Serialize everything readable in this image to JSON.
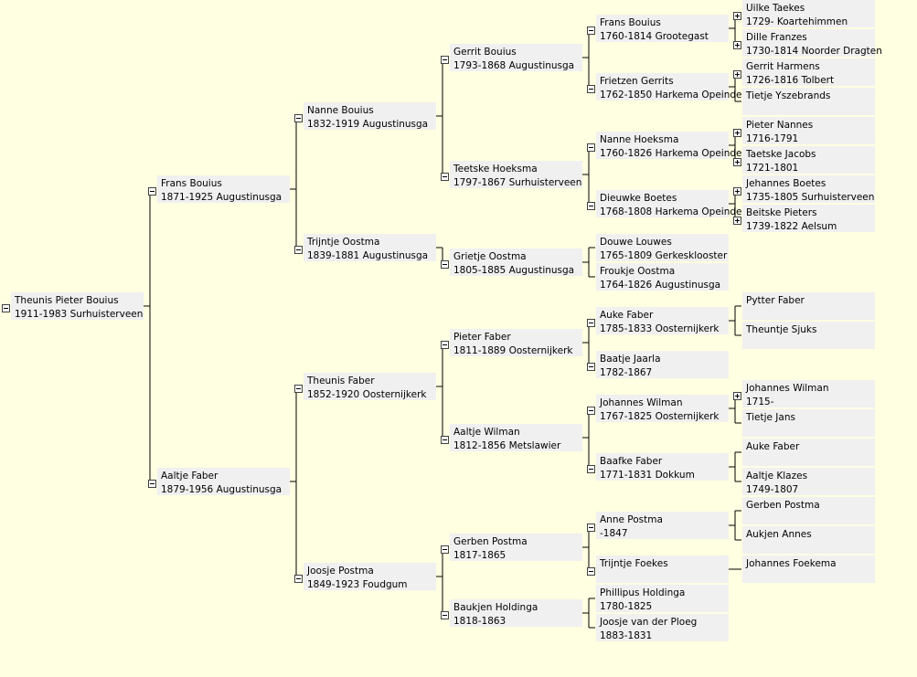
{
  "colors": {
    "background": "#ffffe1",
    "box": "#f0f0f0",
    "line": "#000000"
  },
  "icons": {
    "collapse": "minus-box-icon",
    "expand": "plus-box-icon"
  },
  "people": [
    {
      "id": "p1",
      "name": "Theunis Pieter Bouius",
      "dates": "1911-1983 Surhuisterveen",
      "toggle": "minus"
    },
    {
      "id": "p2",
      "name": "Frans Bouius",
      "dates": "1871-1925 Augustinusga",
      "toggle": "minus"
    },
    {
      "id": "p3",
      "name": "Aaltje Faber",
      "dates": "1879-1956 Augustinusga",
      "toggle": "minus"
    },
    {
      "id": "p4",
      "name": "Nanne Bouius",
      "dates": "1832-1919 Augustinusga",
      "toggle": "minus"
    },
    {
      "id": "p5",
      "name": "Trijntje Oostma",
      "dates": "1839-1881 Augustinusga",
      "toggle": "minus"
    },
    {
      "id": "p6",
      "name": "Theunis Faber",
      "dates": "1852-1920 Oosternijkerk",
      "toggle": "minus"
    },
    {
      "id": "p7",
      "name": "Joosje Postma",
      "dates": "1849-1923 Foudgum",
      "toggle": "minus"
    },
    {
      "id": "p8",
      "name": "Gerrit Bouius",
      "dates": "1793-1868 Augustinusga",
      "toggle": "minus"
    },
    {
      "id": "p9",
      "name": "Teetske Hoeksma",
      "dates": "1797-1867 Surhuisterveen",
      "toggle": "minus"
    },
    {
      "id": "p11",
      "name": "Grietje Oostma",
      "dates": "1805-1885 Augustinusga",
      "toggle": "minus"
    },
    {
      "id": "p12",
      "name": "Pieter Faber",
      "dates": "1811-1889 Oosternijkerk",
      "toggle": "minus"
    },
    {
      "id": "p13",
      "name": "Aaltje Wilman",
      "dates": "1812-1856 Metslawier",
      "toggle": "minus"
    },
    {
      "id": "p14",
      "name": "Gerben Postma",
      "dates": "1817-1865",
      "toggle": "minus"
    },
    {
      "id": "p15",
      "name": "Baukjen Holdinga",
      "dates": "1818-1863",
      "toggle": "minus"
    },
    {
      "id": "p16",
      "name": "Frans Bouius",
      "dates": "1760-1814 Grootegast",
      "toggle": "minus"
    },
    {
      "id": "p17",
      "name": "Frietzen Gerrits",
      "dates": "1762-1850 Harkema Opeinde",
      "toggle": "minus"
    },
    {
      "id": "p18",
      "name": "Nanne Hoeksma",
      "dates": "1760-1826 Harkema Opeinde",
      "toggle": "minus"
    },
    {
      "id": "p19",
      "name": "Dieuwke Boetes",
      "dates": "1768-1808 Harkema Opeinde",
      "toggle": "minus"
    },
    {
      "id": "p22",
      "name": "Douwe Louwes",
      "dates": "1765-1809 Gerkesklooster",
      "toggle": ""
    },
    {
      "id": "p23",
      "name": "Froukje Oostma",
      "dates": "1764-1826 Augustinusga",
      "toggle": ""
    },
    {
      "id": "p24",
      "name": "Auke Faber",
      "dates": "1785-1833 Oosternijkerk",
      "toggle": "minus"
    },
    {
      "id": "p25",
      "name": "Baatje Jaarla",
      "dates": "1782-1867",
      "toggle": "minus"
    },
    {
      "id": "p26",
      "name": "Johannes Wilman",
      "dates": "1767-1825 Oosternijkerk",
      "toggle": "minus"
    },
    {
      "id": "p27",
      "name": "Baafke Faber",
      "dates": "1771-1831 Dokkum",
      "toggle": "minus"
    },
    {
      "id": "p28",
      "name": "Anne  Postma",
      "dates": "-1847",
      "toggle": "minus"
    },
    {
      "id": "p29",
      "name": "Trijntje Foekes",
      "dates": "",
      "toggle": "minus"
    },
    {
      "id": "p30",
      "name": "Phillipus Holdinga",
      "dates": "1780-1825",
      "toggle": ""
    },
    {
      "id": "p31",
      "name": "Joosje van der Ploeg",
      "dates": "1883-1831",
      "toggle": ""
    },
    {
      "id": "p32",
      "name": "Uilke Taekes",
      "dates": "1729- Koartehimmen",
      "toggle": "plus"
    },
    {
      "id": "p33",
      "name": "Dille Franzes",
      "dates": "1730-1814 Noorder Dragten",
      "toggle": "plus"
    },
    {
      "id": "p34",
      "name": "Gerrit Harmens",
      "dates": "1726-1816 Tolbert",
      "toggle": "plus"
    },
    {
      "id": "p35",
      "name": "Tietje Yszebrands",
      "dates": "",
      "toggle": ""
    },
    {
      "id": "p36",
      "name": "Pieter Nannes",
      "dates": "1716-1791",
      "toggle": "plus"
    },
    {
      "id": "p37",
      "name": "Taetske Jacobs",
      "dates": "1721-1801",
      "toggle": "plus"
    },
    {
      "id": "p38",
      "name": "Jehannes Boetes",
      "dates": "1735-1805 Surhuisterveen",
      "toggle": "plus"
    },
    {
      "id": "p39",
      "name": "Beitske Pieters",
      "dates": "1739-1822 Aelsum",
      "toggle": "plus"
    },
    {
      "id": "p48",
      "name": "Pytter  Faber",
      "dates": "",
      "toggle": ""
    },
    {
      "id": "p49",
      "name": "Theuntje Sjuks",
      "dates": "",
      "toggle": ""
    },
    {
      "id": "p52",
      "name": "Johannes Wilman",
      "dates": "1715-",
      "toggle": "plus"
    },
    {
      "id": "p53",
      "name": "Tietje Jans",
      "dates": "",
      "toggle": ""
    },
    {
      "id": "p54",
      "name": "Auke Faber",
      "dates": "",
      "toggle": ""
    },
    {
      "id": "p55",
      "name": "Aaltje Klazes",
      "dates": "1749-1807",
      "toggle": ""
    },
    {
      "id": "p56",
      "name": "Gerben Postma",
      "dates": "",
      "toggle": ""
    },
    {
      "id": "p57",
      "name": "Aukjen Annes",
      "dates": "",
      "toggle": ""
    },
    {
      "id": "p58",
      "name": "Johannes Foekema",
      "dates": "",
      "toggle": ""
    }
  ]
}
